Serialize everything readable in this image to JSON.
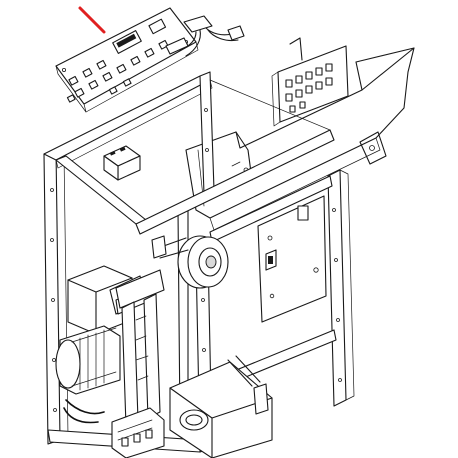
{
  "figure": {
    "type": "exploded-parts-diagram",
    "highlight_color": "#e02020",
    "line_color": "#1a1a1a",
    "background": "#ffffff",
    "parts": [
      {
        "id": "control-board",
        "icon": "circuit-board-icon",
        "highlighted": true
      },
      {
        "id": "wire-harness",
        "icon": "cable-icon"
      },
      {
        "id": "upper-terminal-board",
        "icon": "terminal-board-icon"
      },
      {
        "id": "chute-ramp",
        "icon": "ramp-icon"
      },
      {
        "id": "small-relay-block",
        "icon": "relay-icon"
      },
      {
        "id": "main-frame",
        "icon": "frame-icon"
      },
      {
        "id": "pivot-wheel",
        "icon": "wheel-icon"
      },
      {
        "id": "side-panel",
        "icon": "panel-icon"
      },
      {
        "id": "motor-unit",
        "icon": "motor-icon"
      },
      {
        "id": "base-tray",
        "icon": "tray-icon"
      }
    ]
  }
}
